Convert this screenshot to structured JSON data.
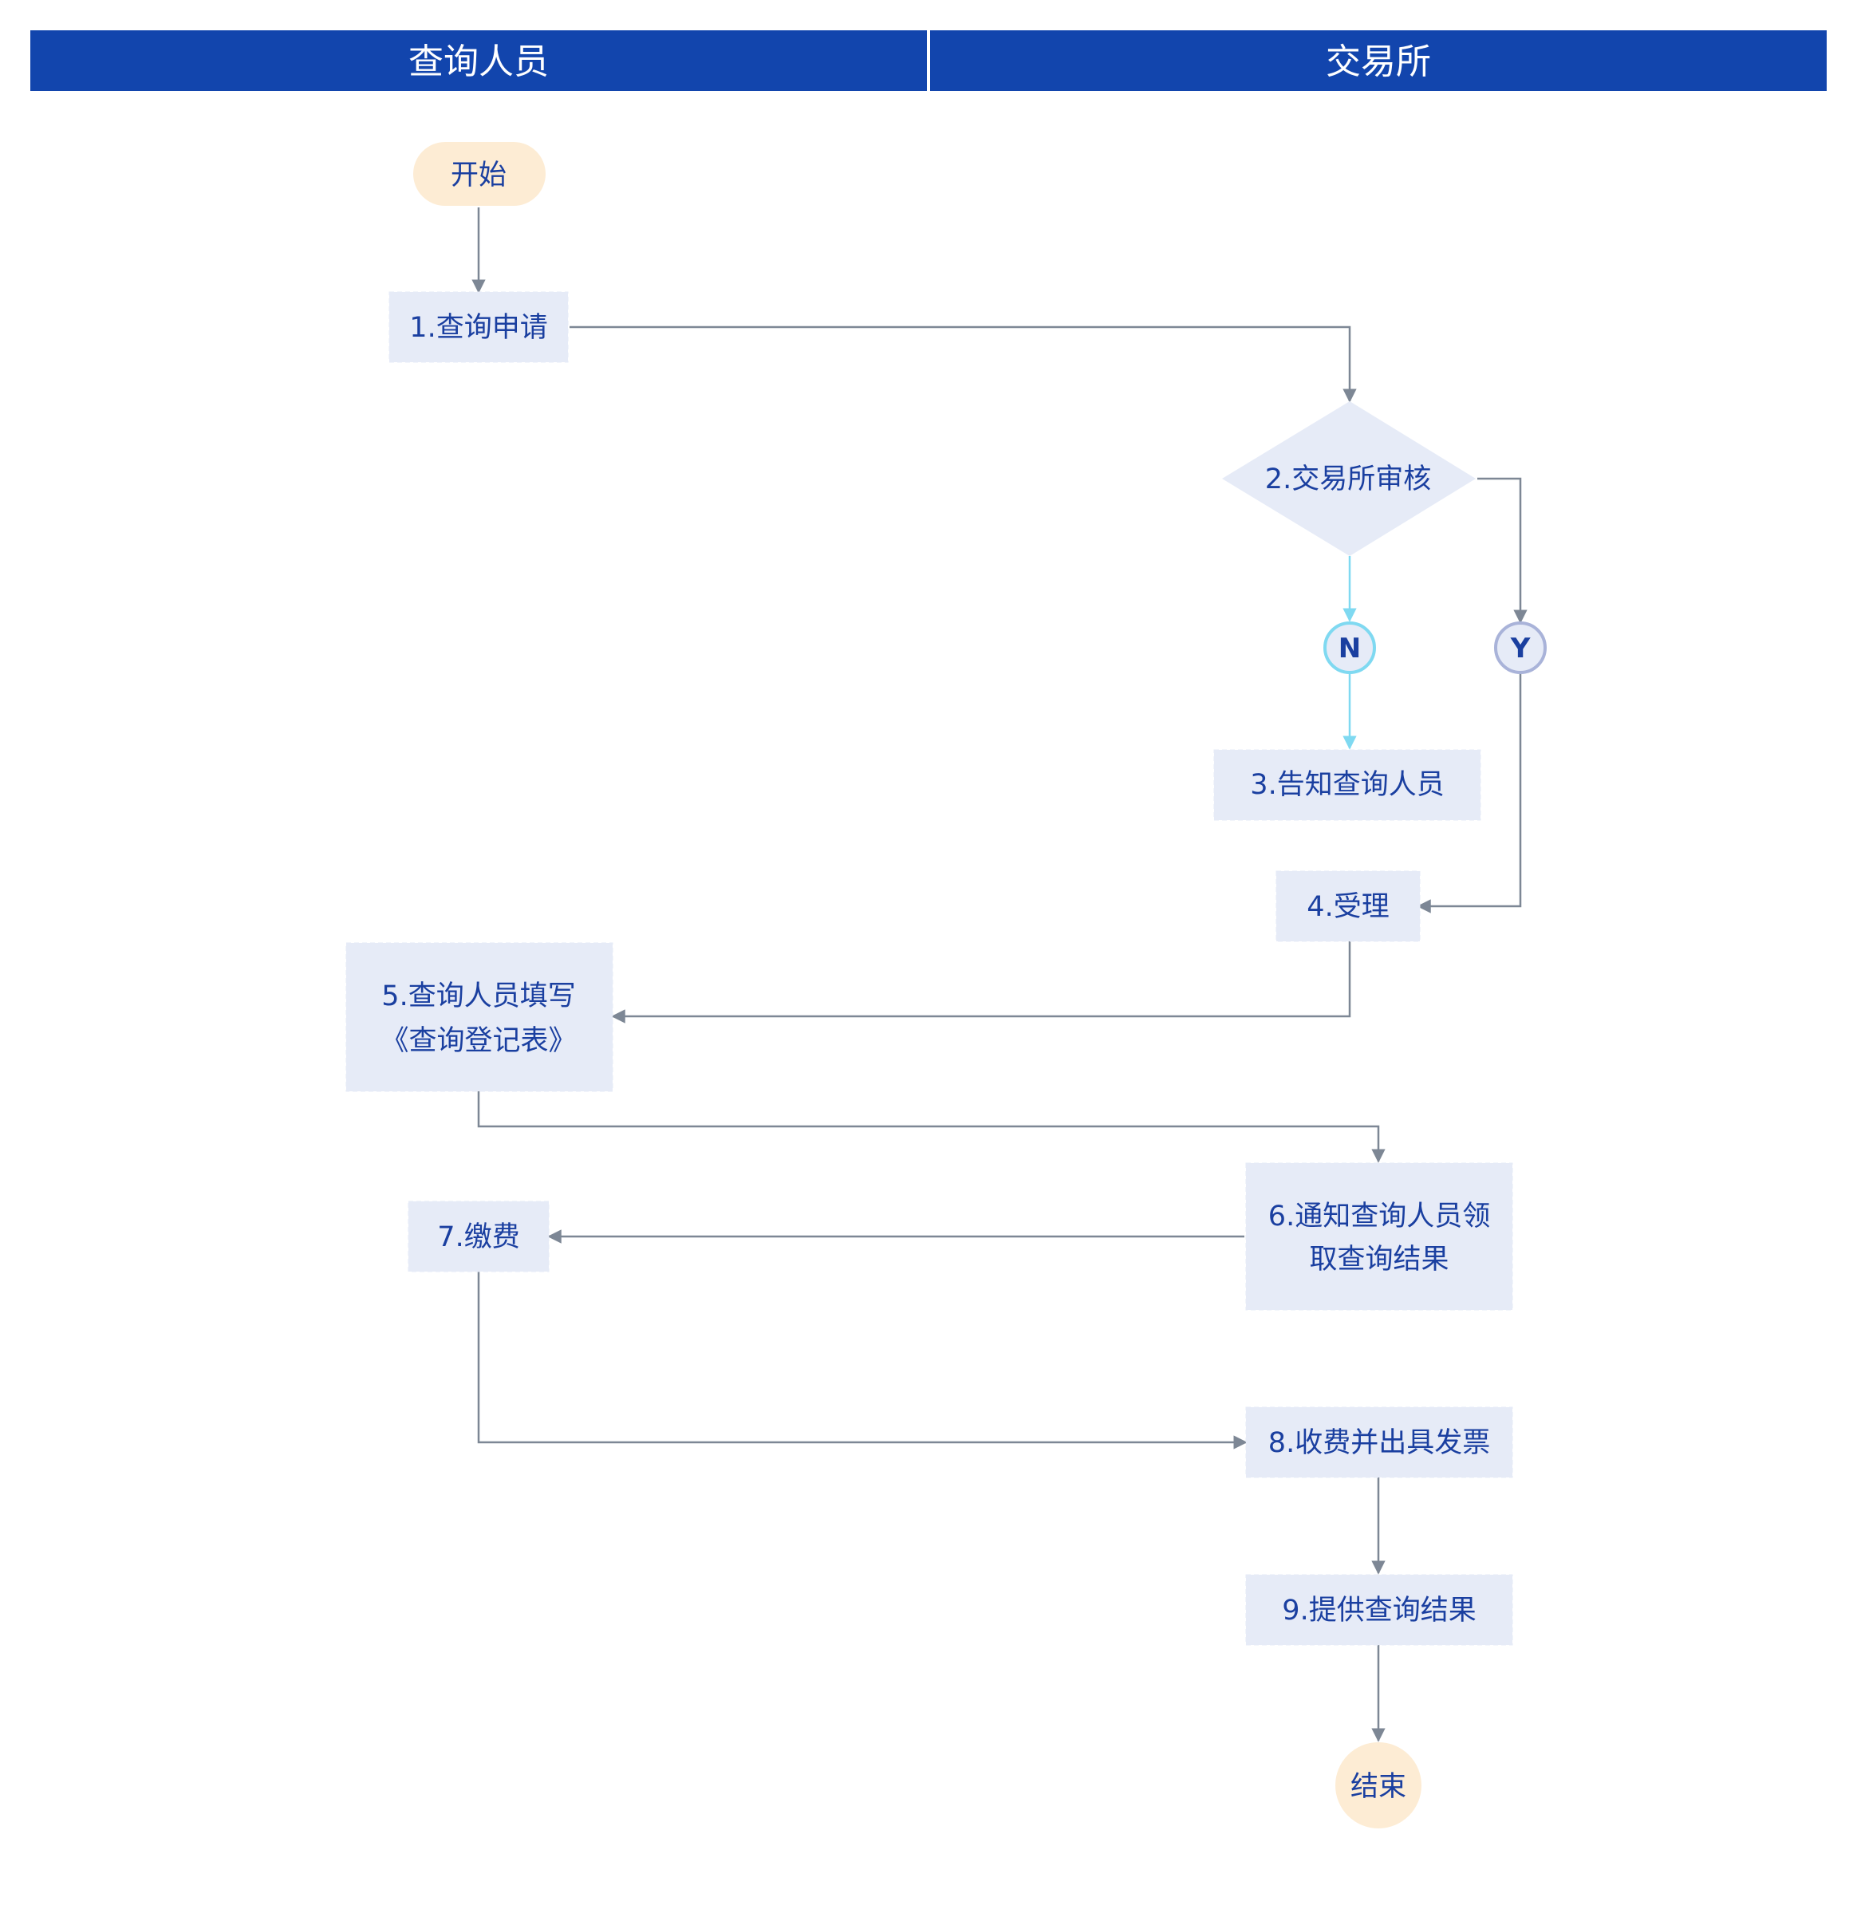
{
  "lanes": {
    "left": "查询人员",
    "right": "交易所"
  },
  "nodes": {
    "start": "开始",
    "n1": "1.查询申请",
    "n2": "2.交易所审核",
    "n3": "3.告知查询人员",
    "n4": "4.受理",
    "n5_line1": "5.查询人员填写",
    "n5_line2": "《查询登记表》",
    "n6_line1": "6.通知查询人员领",
    "n6_line2": "取查询结果",
    "n7": "7.缴费",
    "n8": "8.收费并出具发票",
    "n9": "9.提供查询结果",
    "end": "结束"
  },
  "branches": {
    "no": "N",
    "yes": "Y"
  },
  "colors": {
    "header": "#1245ad",
    "node_fill": "#e6ebf7",
    "node_text": "#1a3fa0",
    "terminal_fill": "#fdecd4",
    "edge": "#7d8795",
    "edge_no": "#7fd9f1",
    "badge_no_stroke": "#7fd9f1",
    "badge_yes_stroke": "#a9b3d9"
  }
}
